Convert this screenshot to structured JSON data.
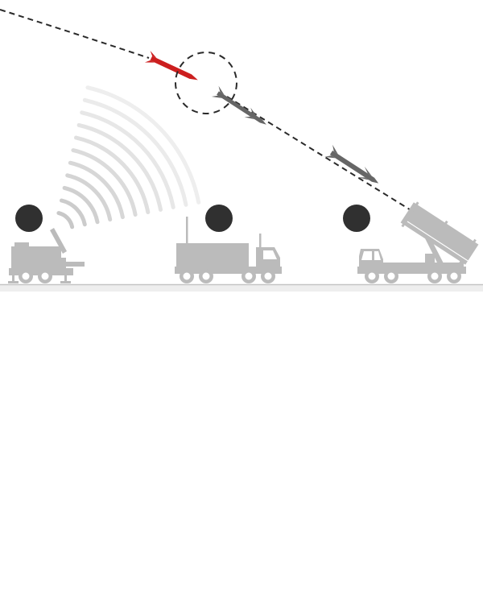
{
  "colors": {
    "background": "#ffffff",
    "vehicle": "#bbbbbb",
    "wheel_rim": "#ffffff",
    "marker": "#303030",
    "trajectory": "#2a2a2a",
    "enemy_missile": "#cc1f1f",
    "interceptor": "#666666",
    "radar_wave": "#c8c8c8",
    "ground_line": "#c4c4c4",
    "ground_fill": "#eeeeee"
  },
  "icons": {
    "incoming_missile": "missile-icon",
    "interceptor_missile": "interceptor-missile-icon",
    "interception_zone": "dashed-circle-icon",
    "radar_signal": "radar-wave-icon",
    "radar_vehicle": "radar-truck-icon",
    "command_vehicle": "command-truck-icon",
    "launcher_vehicle": "launcher-truck-icon",
    "step_marker": "step-marker-icon"
  },
  "markers": [
    {
      "id": "radar",
      "label": ""
    },
    {
      "id": "command",
      "label": ""
    },
    {
      "id": "launcher",
      "label": ""
    }
  ]
}
